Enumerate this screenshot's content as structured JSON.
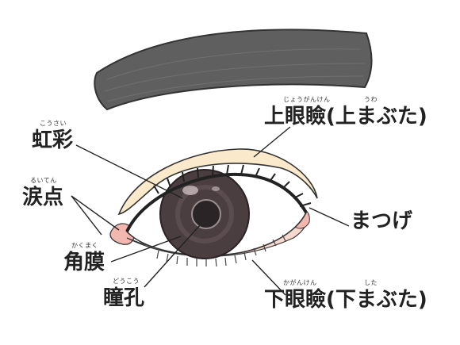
{
  "labels": {
    "iris": {
      "text": "虹彩",
      "ruby": "こうさい"
    },
    "punctum": {
      "text": "涙点",
      "ruby": "るいてん"
    },
    "cornea": {
      "text": "角膜",
      "ruby": "かくまく"
    },
    "pupil": {
      "text": "瞳孔",
      "ruby": "どうこう"
    },
    "upper_lid": {
      "text": "上眼瞼(上まぶた)",
      "ruby_main": "じょうがんけん",
      "ruby_sub": "うわ"
    },
    "lower_lid": {
      "text": "下眼瞼(下まぶた)",
      "ruby_main": "かがんけん",
      "ruby_sub": "した"
    },
    "eyelashes": {
      "text": "まつげ"
    }
  },
  "colors": {
    "eyebrow": "#5f5f5f",
    "eyelid": "#fbe9cc",
    "inner_corner": "#f2b8b0",
    "iris": "#4a3e40",
    "pupil": "#2b2426",
    "sclera": "#ffffff",
    "outline": "#333333"
  }
}
